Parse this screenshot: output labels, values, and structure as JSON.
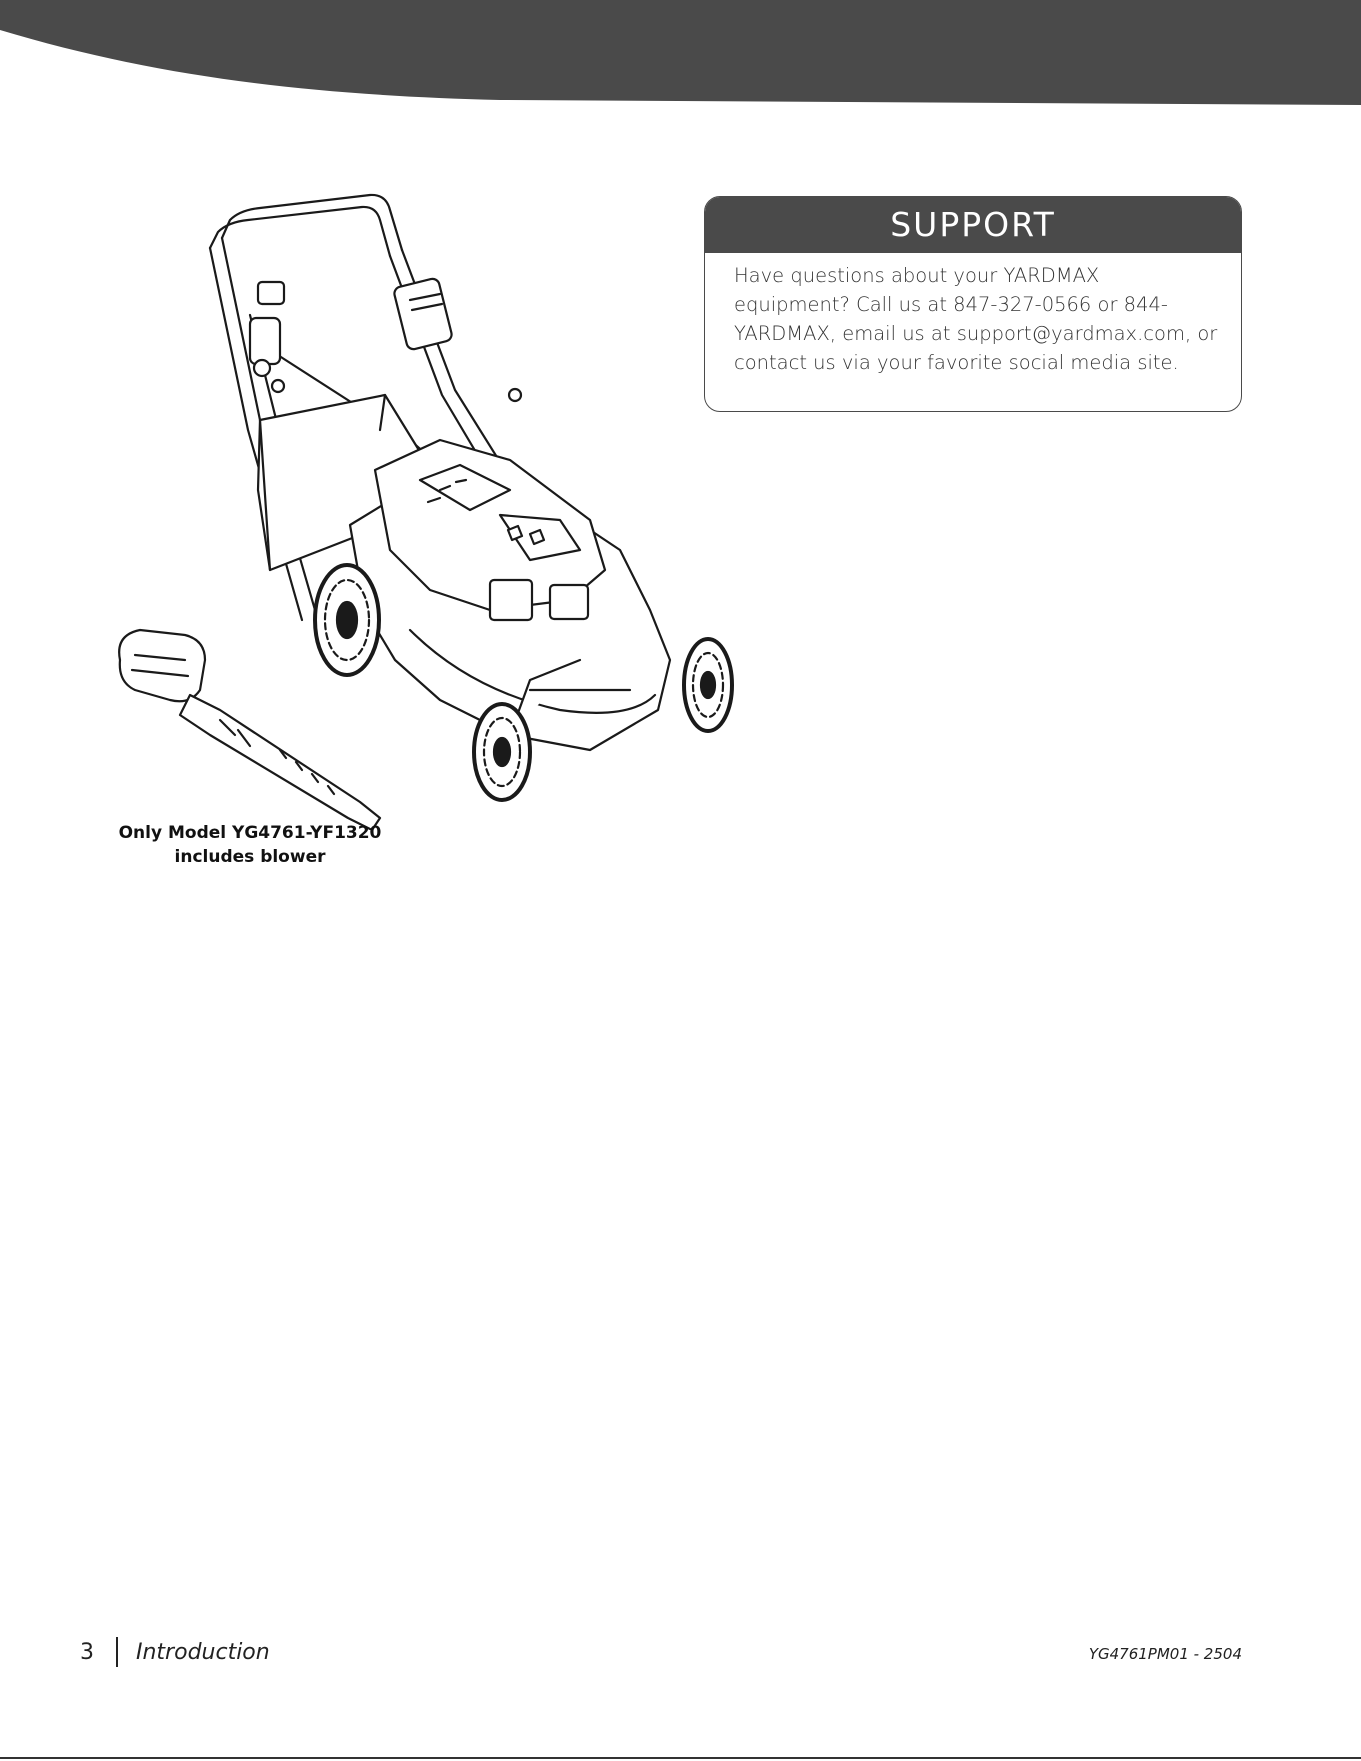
{
  "header": {
    "band_color": "#4a4a4a"
  },
  "illustration": {
    "caption_line1": "Only Model YG4761-YF1320",
    "caption_line2": "includes blower"
  },
  "support": {
    "title": "SUPPORT",
    "body": "Have questions about your YARDMAX equipment? Call us at 847-327-0566 or 844-YARDMAX, email us at support@yardmax.com, or contact us via your favorite social media site."
  },
  "footer": {
    "page_number": "3",
    "section": "Introduction",
    "doc_code": "YG4761PM01 - 2504"
  }
}
